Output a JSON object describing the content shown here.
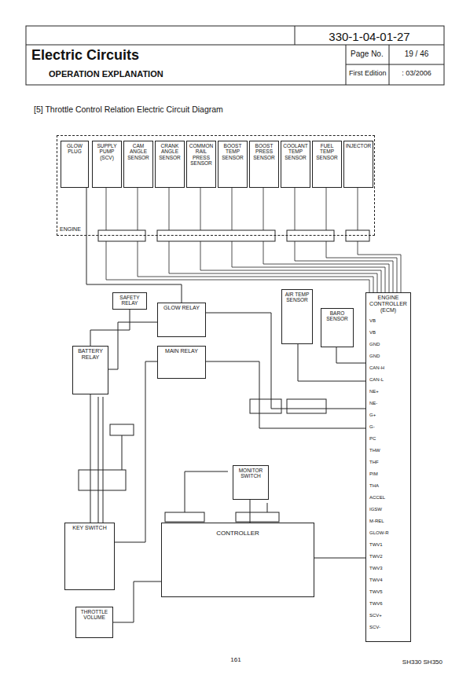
{
  "diagram": {
    "title": "Electric Circuits",
    "caption": "[5] Throttle Control Relation Electric Circuit Diagram",
    "nodes": [
      {
        "text": [
          "ENGINE"
        ]
      },
      {
        "text": [
          "GLOW PLUG"
        ],
        "in": 0
      },
      {
        "text": [
          "SUPPLY PUMP (SCV)"
        ],
        "in": 0
      },
      {
        "text": [
          "CAM ANGLE SENSOR"
        ],
        "in": 0
      },
      {
        "text": [
          "CRANK ANGLE SENSOR"
        ],
        "in": 0
      },
      {
        "text": [
          "COMMON RAIL PRESS SENSOR"
        ],
        "in": 0
      },
      {
        "text": [
          "BOOST TEMP SENSOR"
        ],
        "in": 0
      },
      {
        "text": [
          "BOOST PRESS SENSOR"
        ],
        "in": 0
      },
      {
        "text": [
          "COOLANT TEMP SENSOR"
        ],
        "in": 0
      },
      {
        "text": [
          "FUEL TEMP SENSOR"
        ],
        "in": 0
      },
      {
        "text": [
          "INJECTOR"
        ],
        "in": 0
      },
      {
        "text": [
          "SAFETY RELAY"
        ]
      },
      {
        "text": [
          "GLOW RELAY"
        ]
      },
      {
        "text": [
          "MAIN RELAY"
        ]
      },
      {
        "text": [
          "AIR TEMP SENSOR"
        ]
      },
      {
        "text": [
          "BARO SENSOR"
        ]
      },
      {
        "text": [
          "BATTERY RELAY"
        ]
      },
      {
        "text": [
          "MONITOR SWITCH"
        ]
      },
      {
        "text": [
          "KEY SWITCH"
        ]
      },
      {
        "text": [
          "THROTTLE VOLUME"
        ]
      },
      {
        "text": [
          "CONTROLLER"
        ]
      },
      {
        "text": [
          "ENGINE CONTROLLER (ECM)"
        ]
      }
    ],
    "edges": [
      {
        "from": 1,
        "to": 12,
        "arrow": "none"
      },
      {
        "from": 12,
        "to": 21,
        "arrow": "none"
      },
      {
        "from": 13,
        "to": 21,
        "arrow": "none"
      },
      {
        "from": 11,
        "to": 16,
        "arrow": "none"
      },
      {
        "from": 18,
        "to": 16,
        "arrow": "none"
      },
      {
        "from": 18,
        "to": 13,
        "arrow": "none"
      },
      {
        "from": 19,
        "to": 20,
        "arrow": "none"
      },
      {
        "from": 20,
        "to": 21,
        "arrow": "none"
      },
      {
        "from": 17,
        "to": 20,
        "arrow": "none"
      },
      {
        "from": 14,
        "to": 21,
        "arrow": "none"
      },
      {
        "from": 15,
        "to": 21,
        "arrow": "none"
      },
      {
        "from": 16,
        "to": 12,
        "arrow": "none"
      }
    ],
    "labels": [
      "330-1-04-01-27",
      "OPERATION EXPLANATION",
      "Page No.",
      "19 / 46",
      "First Edition",
      ": 03/2006",
      "161",
      "SH330 SH350",
      "VB",
      "VB",
      "GND",
      "GND",
      "CAN-H",
      "CAN-L",
      "NE+",
      "NE-",
      "G+",
      "G-",
      "PC",
      "THW",
      "THF",
      "PIM",
      "THA",
      "ACCEL",
      "IGSW",
      "M-REL",
      "GLOW-R",
      "TWV1",
      "TWV2",
      "TWV3",
      "TWV4",
      "TWV5",
      "TWV6",
      "SCV+",
      "SCV-"
    ]
  }
}
